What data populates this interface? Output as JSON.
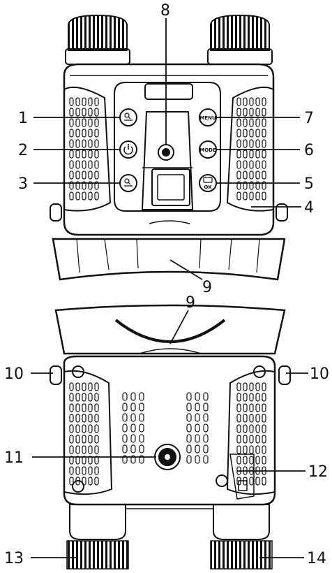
{
  "callouts": [
    {
      "id": "1",
      "label": "1"
    },
    {
      "id": "2",
      "label": "2"
    },
    {
      "id": "3",
      "label": "3"
    },
    {
      "id": "4",
      "label": "4"
    },
    {
      "id": "5",
      "label": "5"
    },
    {
      "id": "6",
      "label": "6"
    },
    {
      "id": "7",
      "label": "7"
    },
    {
      "id": "8",
      "label": "8"
    },
    {
      "id": "9a",
      "label": "9"
    },
    {
      "id": "9b",
      "label": "9"
    },
    {
      "id": "10l",
      "label": "10"
    },
    {
      "id": "10r",
      "label": "10"
    },
    {
      "id": "11",
      "label": "11"
    },
    {
      "id": "12",
      "label": "12"
    },
    {
      "id": "13",
      "label": "13"
    },
    {
      "id": "14",
      "label": "14"
    }
  ],
  "buttons": {
    "menu": "MENU",
    "mode": "MODE",
    "ok": "OK"
  },
  "colors": {
    "stroke": "#111111",
    "background": "#ffffff"
  }
}
